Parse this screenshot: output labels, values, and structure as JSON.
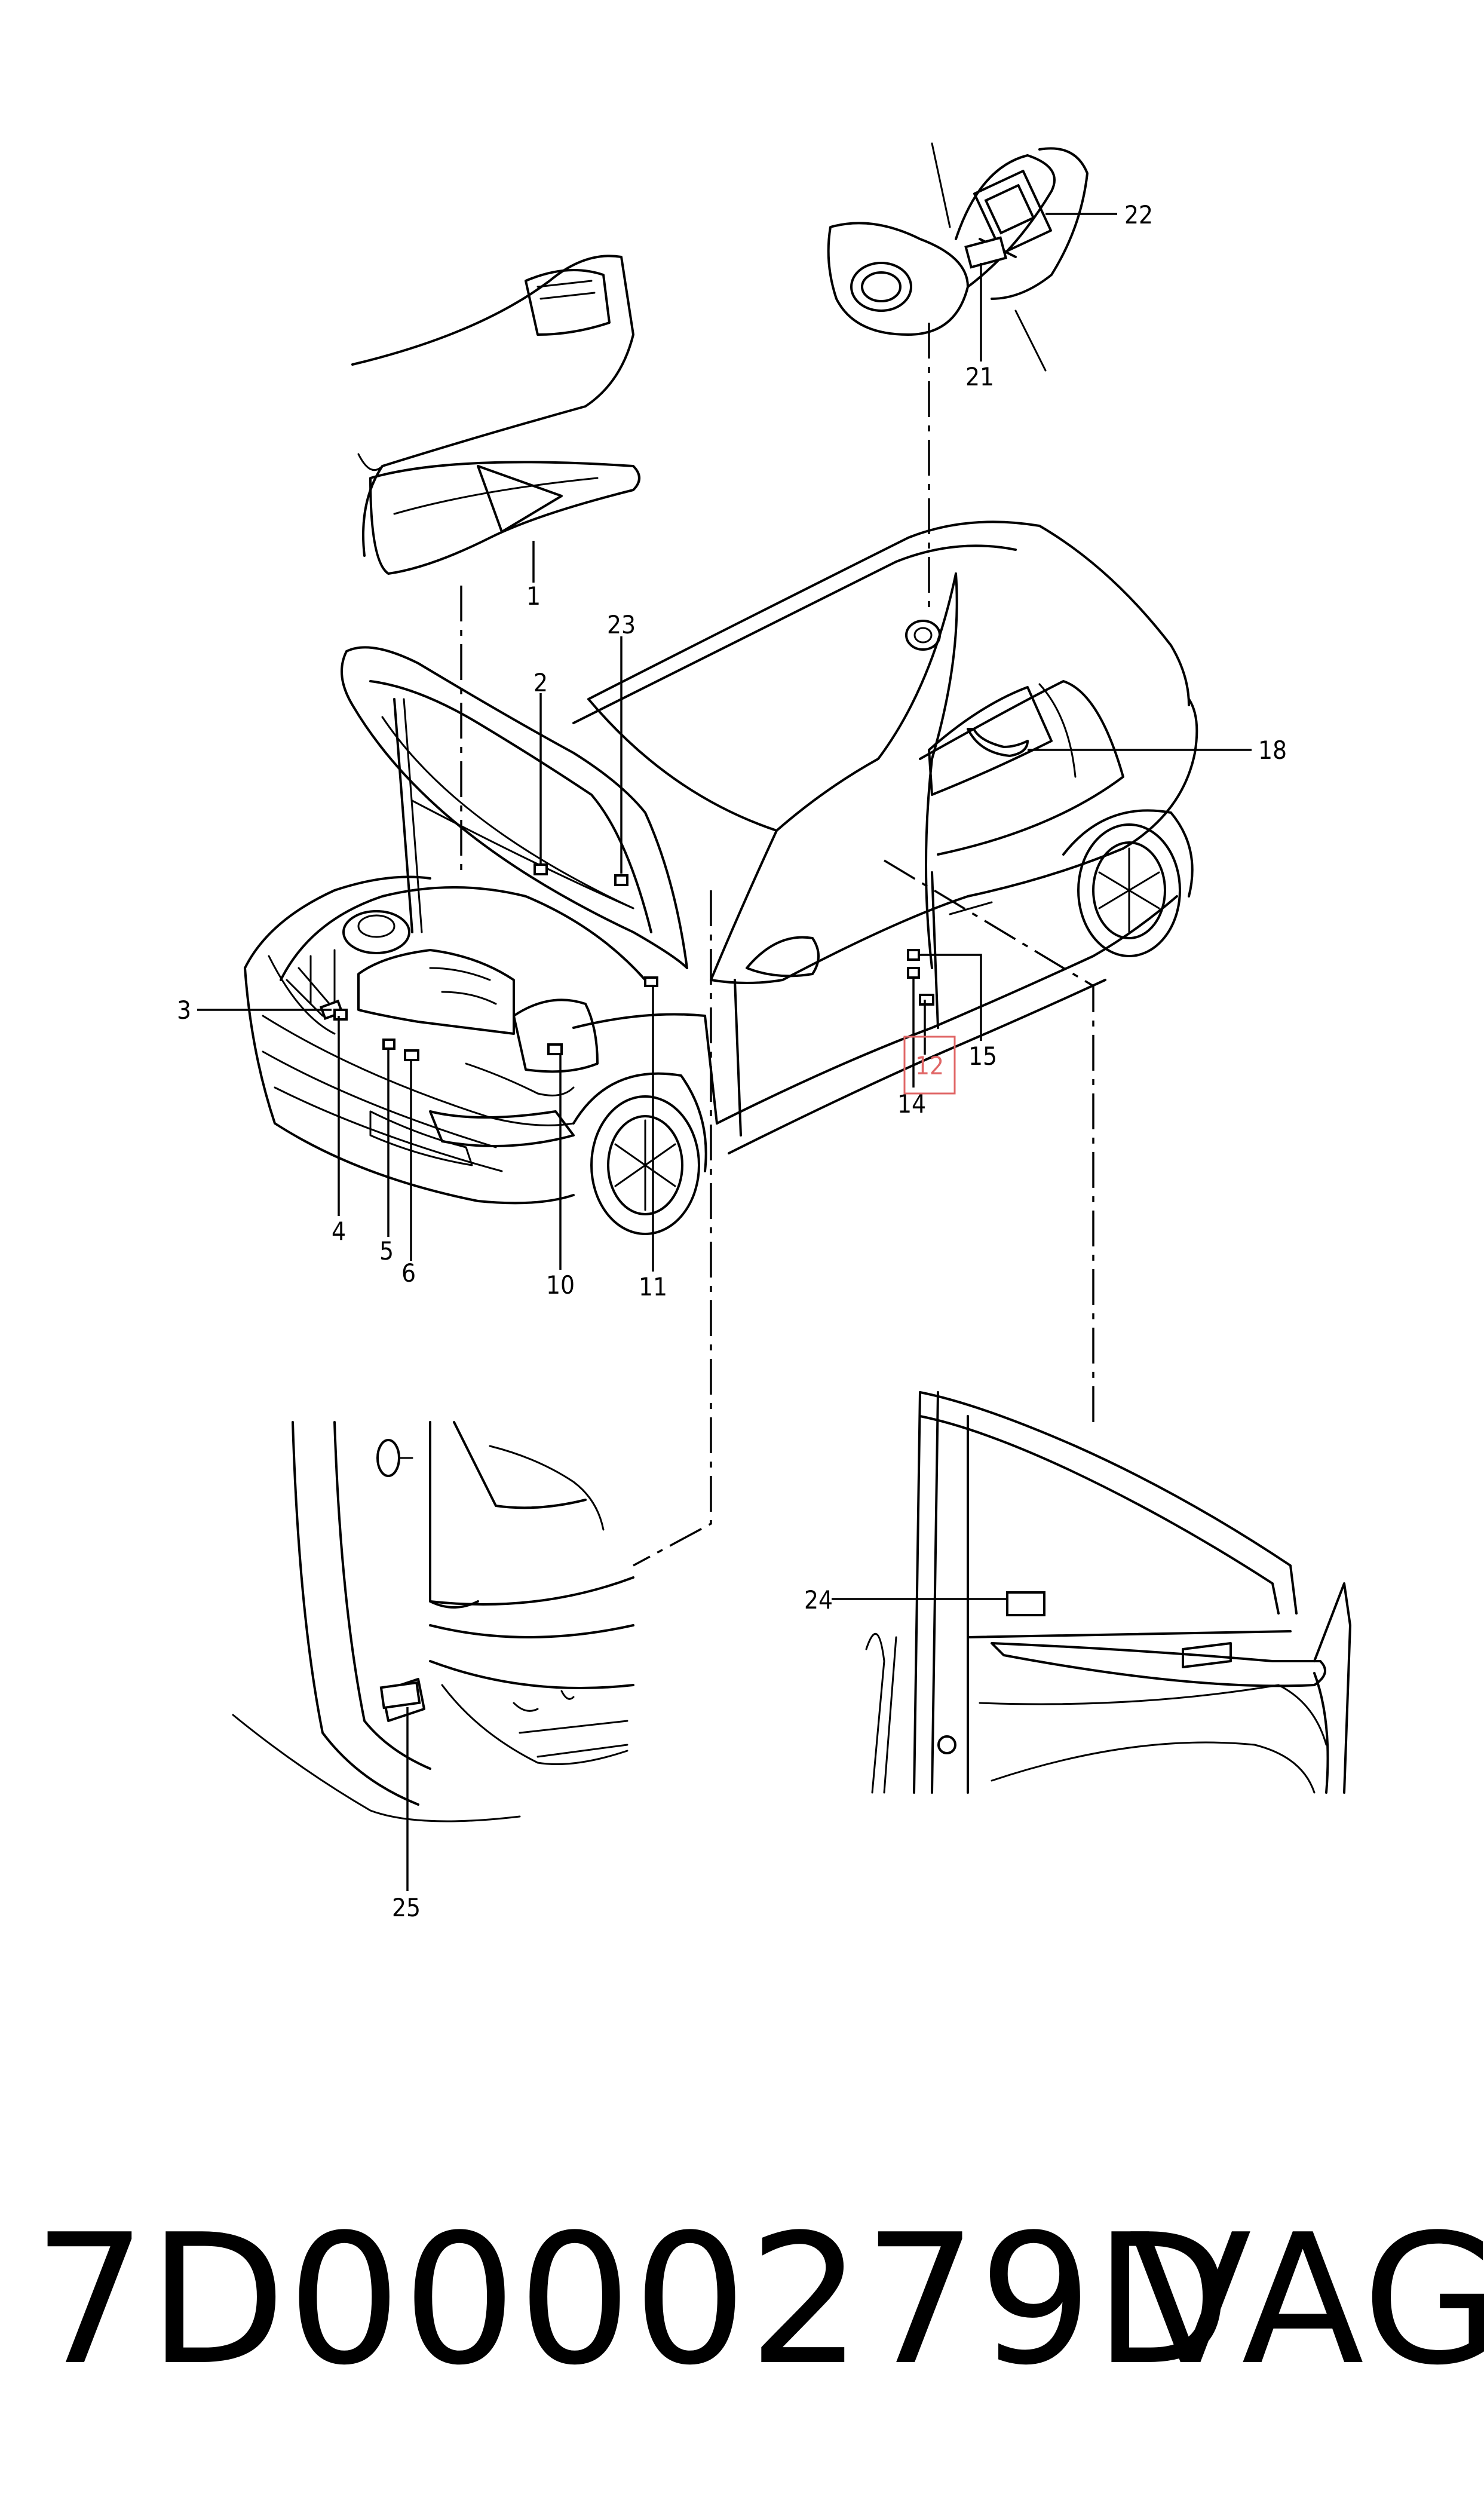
{
  "diagram": {
    "callouts": [
      "1",
      "2",
      "3",
      "4",
      "5",
      "6",
      "10",
      "11",
      "12",
      "14",
      "15",
      "18",
      "21",
      "22",
      "23",
      "24",
      "25"
    ],
    "highlighted_callout": "12",
    "highlight_color": "#e06666"
  },
  "footer": {
    "part_number": "7D0000279D",
    "brand": "VAG"
  }
}
